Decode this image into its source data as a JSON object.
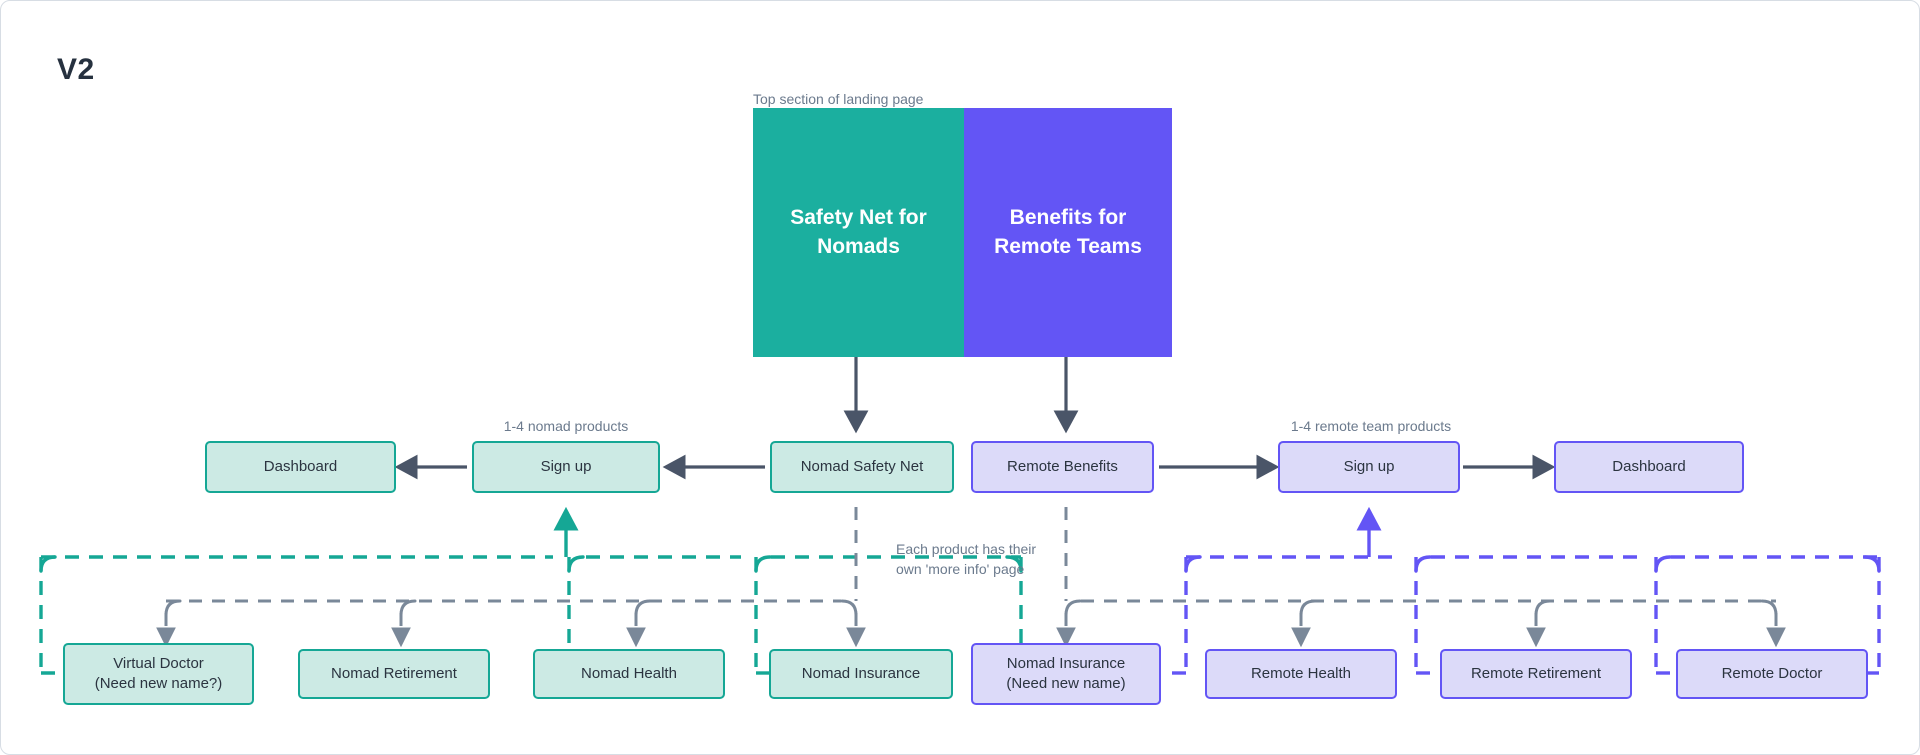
{
  "page": {
    "title": "V2",
    "background": "#ffffff",
    "frame_border": "#d7dde4"
  },
  "colors": {
    "teal_solid": "#1BAF9F",
    "teal_border": "#15A795",
    "teal_fill": "#CCEAE4",
    "purple_solid": "#6355F5",
    "purple_border": "#6355F5",
    "purple_fill": "#DCDAF9",
    "arrow_dark": "#4a5568",
    "arrow_gray": "#7a8899",
    "text_dark": "#2b3440",
    "text_muted": "#6b7a8d"
  },
  "captions": {
    "top_section": "Top section of landing page",
    "nomad_products": "1-4 nomad products",
    "remote_products": "1-4 remote team products",
    "more_info": "Each product has their\nown 'more info' page"
  },
  "hero": {
    "left_label": "Safety Net for Nomads",
    "right_label": "Benefits for Remote Teams"
  },
  "flow_row": {
    "nomad_dashboard": "Dashboard",
    "nomad_signup": "Sign up",
    "nomad_safety_net": "Nomad Safety Net",
    "remote_benefits": "Remote Benefits",
    "remote_signup": "Sign up",
    "remote_dashboard": "Dashboard"
  },
  "products": {
    "nomad": [
      {
        "label": "Virtual Doctor\n(Need new name?)",
        "theme": "teal"
      },
      {
        "label": "Nomad Retirement",
        "theme": "teal"
      },
      {
        "label": "Nomad Health",
        "theme": "teal"
      },
      {
        "label": "Nomad Insurance",
        "theme": "teal"
      }
    ],
    "remote": [
      {
        "label": "Nomad Insurance\n(Need new name)",
        "theme": "purple"
      },
      {
        "label": "Remote Health",
        "theme": "purple"
      },
      {
        "label": "Remote Retirement",
        "theme": "purple"
      },
      {
        "label": "Remote Doctor",
        "theme": "purple"
      }
    ]
  },
  "chart_data": {
    "type": "diagram",
    "title": "V2",
    "nodes": [
      {
        "id": "hero-left",
        "label": "Safety Net for Nomads",
        "kind": "hero",
        "theme": "teal-solid"
      },
      {
        "id": "hero-right",
        "label": "Benefits for Remote Teams",
        "kind": "hero",
        "theme": "purple-solid"
      },
      {
        "id": "nomad-dashboard",
        "label": "Dashboard",
        "kind": "box",
        "theme": "teal"
      },
      {
        "id": "nomad-signup",
        "label": "Sign up",
        "kind": "box",
        "theme": "teal"
      },
      {
        "id": "nomad-safety-net",
        "label": "Nomad Safety Net",
        "kind": "box",
        "theme": "teal"
      },
      {
        "id": "remote-benefits",
        "label": "Remote Benefits",
        "kind": "box",
        "theme": "purple"
      },
      {
        "id": "remote-signup",
        "label": "Sign up",
        "kind": "box",
        "theme": "purple"
      },
      {
        "id": "remote-dashboard",
        "label": "Dashboard",
        "kind": "box",
        "theme": "purple"
      },
      {
        "id": "virtual-doctor",
        "label": "Virtual Doctor (Need new name?)",
        "kind": "box",
        "theme": "teal"
      },
      {
        "id": "nomad-retirement",
        "label": "Nomad Retirement",
        "kind": "box",
        "theme": "teal"
      },
      {
        "id": "nomad-health",
        "label": "Nomad Health",
        "kind": "box",
        "theme": "teal"
      },
      {
        "id": "nomad-insurance",
        "label": "Nomad Insurance",
        "kind": "box",
        "theme": "teal"
      },
      {
        "id": "nomad-insurance-remote",
        "label": "Nomad Insurance (Need new name)",
        "kind": "box",
        "theme": "purple"
      },
      {
        "id": "remote-health",
        "label": "Remote Health",
        "kind": "box",
        "theme": "purple"
      },
      {
        "id": "remote-retirement",
        "label": "Remote Retirement",
        "kind": "box",
        "theme": "purple"
      },
      {
        "id": "remote-doctor",
        "label": "Remote Doctor",
        "kind": "box",
        "theme": "purple"
      }
    ],
    "edges": [
      {
        "from": "hero-left",
        "to": "nomad-safety-net",
        "style": "solid",
        "color": "#4a5568"
      },
      {
        "from": "hero-right",
        "to": "remote-benefits",
        "style": "solid",
        "color": "#4a5568"
      },
      {
        "from": "nomad-safety-net",
        "to": "nomad-signup",
        "style": "solid",
        "color": "#4a5568"
      },
      {
        "from": "nomad-signup",
        "to": "nomad-dashboard",
        "style": "solid",
        "color": "#4a5568"
      },
      {
        "from": "remote-benefits",
        "to": "remote-signup",
        "style": "solid",
        "color": "#4a5568"
      },
      {
        "from": "remote-signup",
        "to": "remote-dashboard",
        "style": "solid",
        "color": "#4a5568"
      },
      {
        "from": "nomad-products-group",
        "to": "nomad-signup",
        "style": "dashed",
        "color": "#15A795"
      },
      {
        "from": "remote-products-group",
        "to": "remote-signup",
        "style": "dashed",
        "color": "#6355F5"
      },
      {
        "from": "nomad-safety-net",
        "to": "nomad-product-boxes",
        "style": "dashed",
        "color": "#7a8899"
      },
      {
        "from": "remote-benefits",
        "to": "remote-product-boxes",
        "style": "dashed",
        "color": "#7a8899"
      }
    ],
    "annotations": [
      "Top section of landing page",
      "1-4 nomad products",
      "1-4 remote team products",
      "Each product has their own 'more info' page"
    ]
  }
}
